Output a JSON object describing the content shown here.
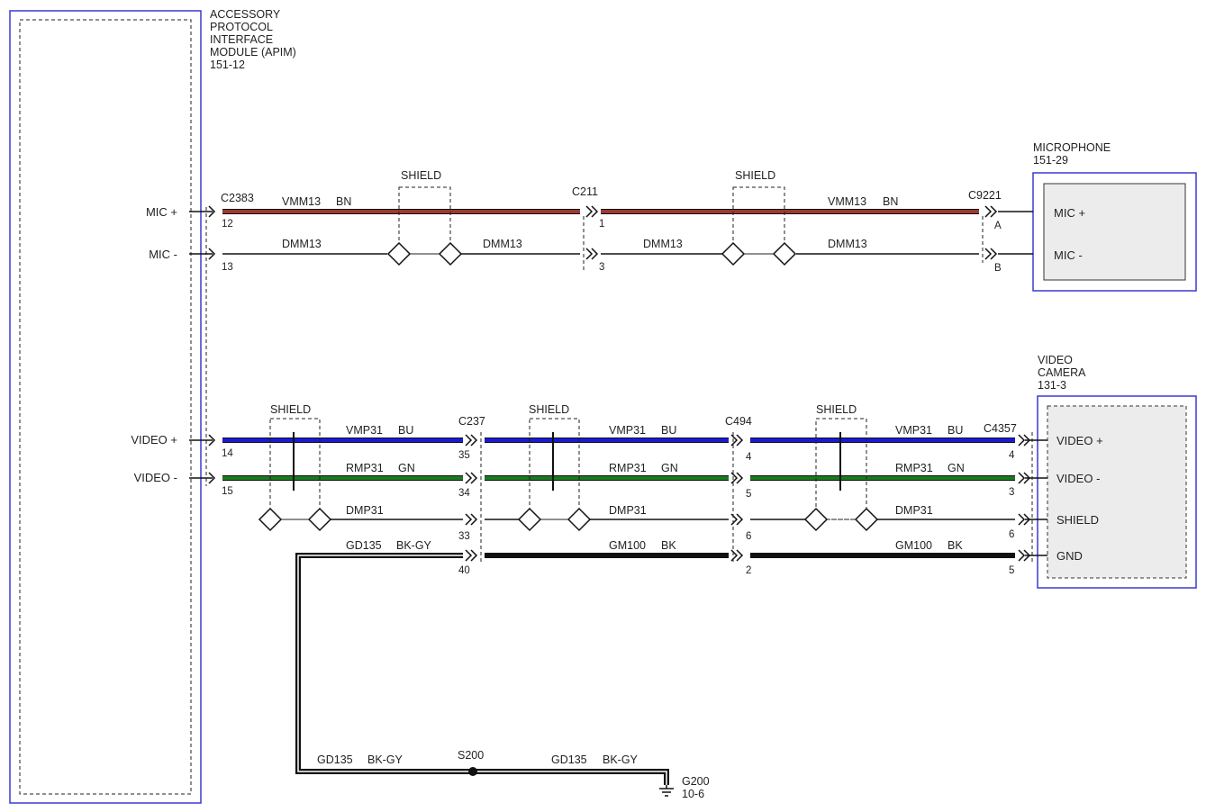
{
  "modules": {
    "apim": {
      "title_lines": [
        "ACCESSORY",
        "PROTOCOL",
        "INTERFACE",
        "MODULE (APIM)",
        "151-12"
      ],
      "pins": [
        "MIC +",
        "MIC -",
        "VIDEO +",
        "VIDEO -"
      ]
    },
    "microphone": {
      "title_lines": [
        "MICROPHONE",
        "151-29"
      ],
      "pins": [
        "MIC +",
        "MIC -"
      ]
    },
    "camera": {
      "title_lines": [
        "VIDEO",
        "CAMERA",
        "131-3"
      ],
      "pins": [
        "VIDEO +",
        "VIDEO -",
        "SHIELD",
        "GND"
      ]
    }
  },
  "connectors": {
    "c2383": "C2383",
    "c211": "C211",
    "c9221": "C9221",
    "c237": "C237",
    "c494": "C494",
    "c4357": "C4357"
  },
  "pins": {
    "c2383": [
      "12",
      "13",
      "14",
      "15"
    ],
    "c211": [
      "1",
      "3"
    ],
    "c9221": [
      "A",
      "B"
    ],
    "c237": [
      "35",
      "34",
      "33",
      "40"
    ],
    "c494": [
      "4",
      "5",
      "6",
      "2"
    ],
    "c4357": [
      "4",
      "3",
      "6",
      "5"
    ]
  },
  "shield_label": "SHIELD",
  "wires": {
    "vmm13": "VMM13",
    "dmm13": "DMM13",
    "vmp31": "VMP31",
    "rmp31": "RMP31",
    "dmp31": "DMP31",
    "gd135": "GD135",
    "gm100": "GM100"
  },
  "wire_colors": {
    "bn": "BN",
    "bu": "BU",
    "gn": "GN",
    "bk": "BK",
    "bkgy": "BK-GY"
  },
  "splice": "S200",
  "ground": {
    "name": "G200",
    "page": "10-6"
  },
  "colors": {
    "brown": "#9b3a33",
    "blue": "#1a1ad6",
    "green": "#197a1f",
    "black": "#111111",
    "module_border": "#3a3acf",
    "module_fill": "#ececec"
  }
}
